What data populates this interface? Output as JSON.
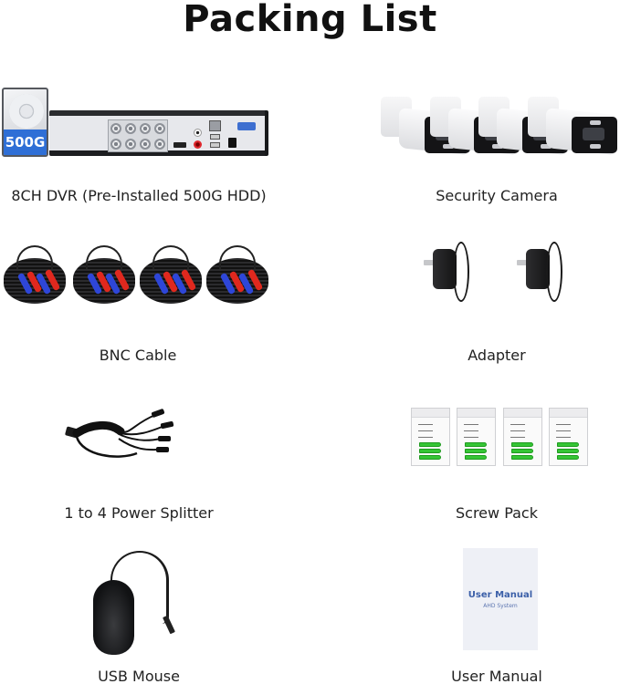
{
  "title": "Packing List",
  "colors": {
    "hdd_badge": "#2f6fd6",
    "bnc_blue": "#2e46d8",
    "bnc_red": "#e0281e",
    "anchor_green": "#35c535",
    "manual_text": "#3b5fa8",
    "manual_bg": "#eef0f6"
  },
  "items": [
    {
      "name": "dvr",
      "label": "8CH DVR (Pre-Installed 500G HDD)",
      "quantity": 1,
      "image": "dvr-with-hdd",
      "badge": "500G"
    },
    {
      "name": "security-camera",
      "label": "Security Camera",
      "quantity": 4,
      "image": "bullet-camera"
    },
    {
      "name": "bnc-cable",
      "label": "BNC Cable",
      "quantity": 4,
      "image": "bnc-cable-coil"
    },
    {
      "name": "adapter",
      "label": "Adapter",
      "quantity": 2,
      "image": "power-adapter"
    },
    {
      "name": "power-splitter",
      "label": "1 to 4 Power Splitter",
      "quantity": 1,
      "image": "power-splitter-cable"
    },
    {
      "name": "screw-pack",
      "label": "Screw Pack",
      "quantity": 4,
      "image": "screw-bag"
    },
    {
      "name": "usb-mouse",
      "label": "USB Mouse",
      "quantity": 1,
      "image": "usb-mouse"
    },
    {
      "name": "user-manual",
      "label": "User Manual",
      "quantity": 1,
      "image": "manual-booklet",
      "cover_title": "User Manual",
      "cover_subtitle": "AHD System"
    }
  ]
}
